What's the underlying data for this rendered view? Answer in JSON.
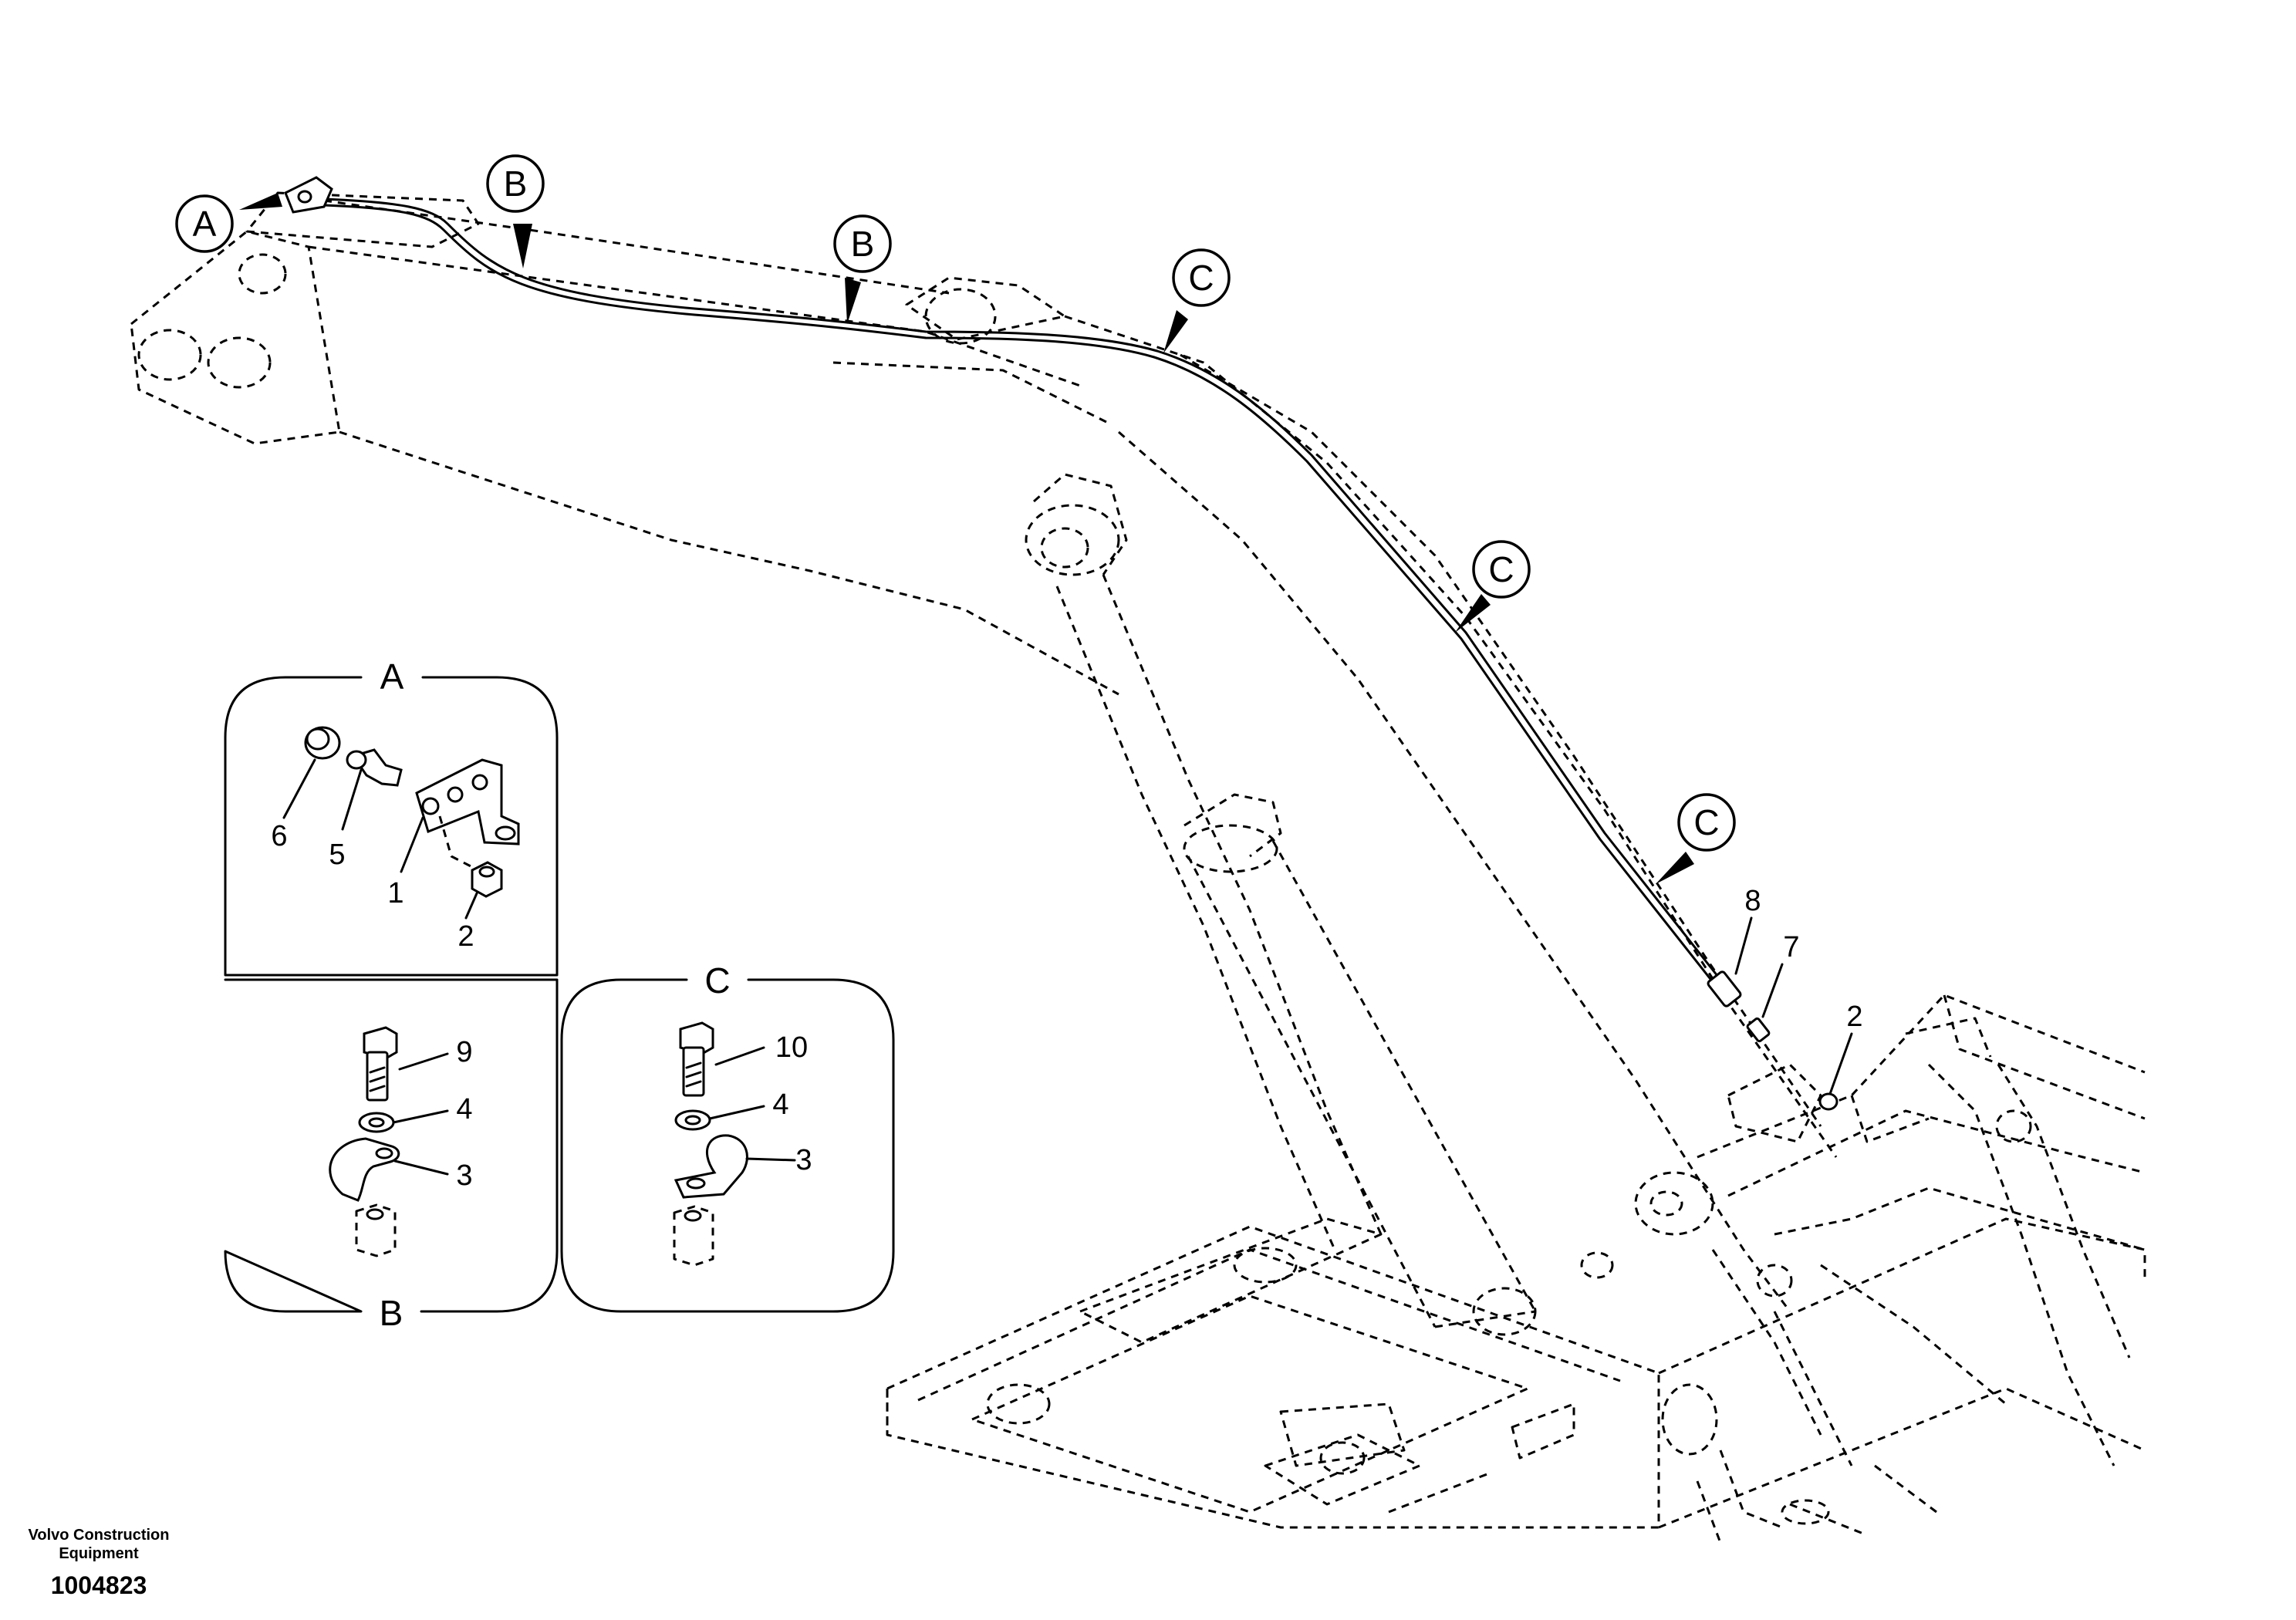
{
  "callouts": {
    "A": "A",
    "B": "B",
    "C": "C"
  },
  "detail_panels": {
    "A": {
      "title": "A",
      "parts": [
        "6",
        "5",
        "1",
        "2"
      ]
    },
    "B": {
      "title": "B",
      "parts": [
        "9",
        "4",
        "3"
      ]
    },
    "C": {
      "title": "C",
      "parts": [
        "10",
        "4",
        "3"
      ]
    }
  },
  "main_part_labels": [
    "8",
    "7",
    "2"
  ],
  "footer": {
    "brand_line1": "Volvo Construction",
    "brand_line2": "Equipment",
    "drawing_number": "1004823"
  }
}
